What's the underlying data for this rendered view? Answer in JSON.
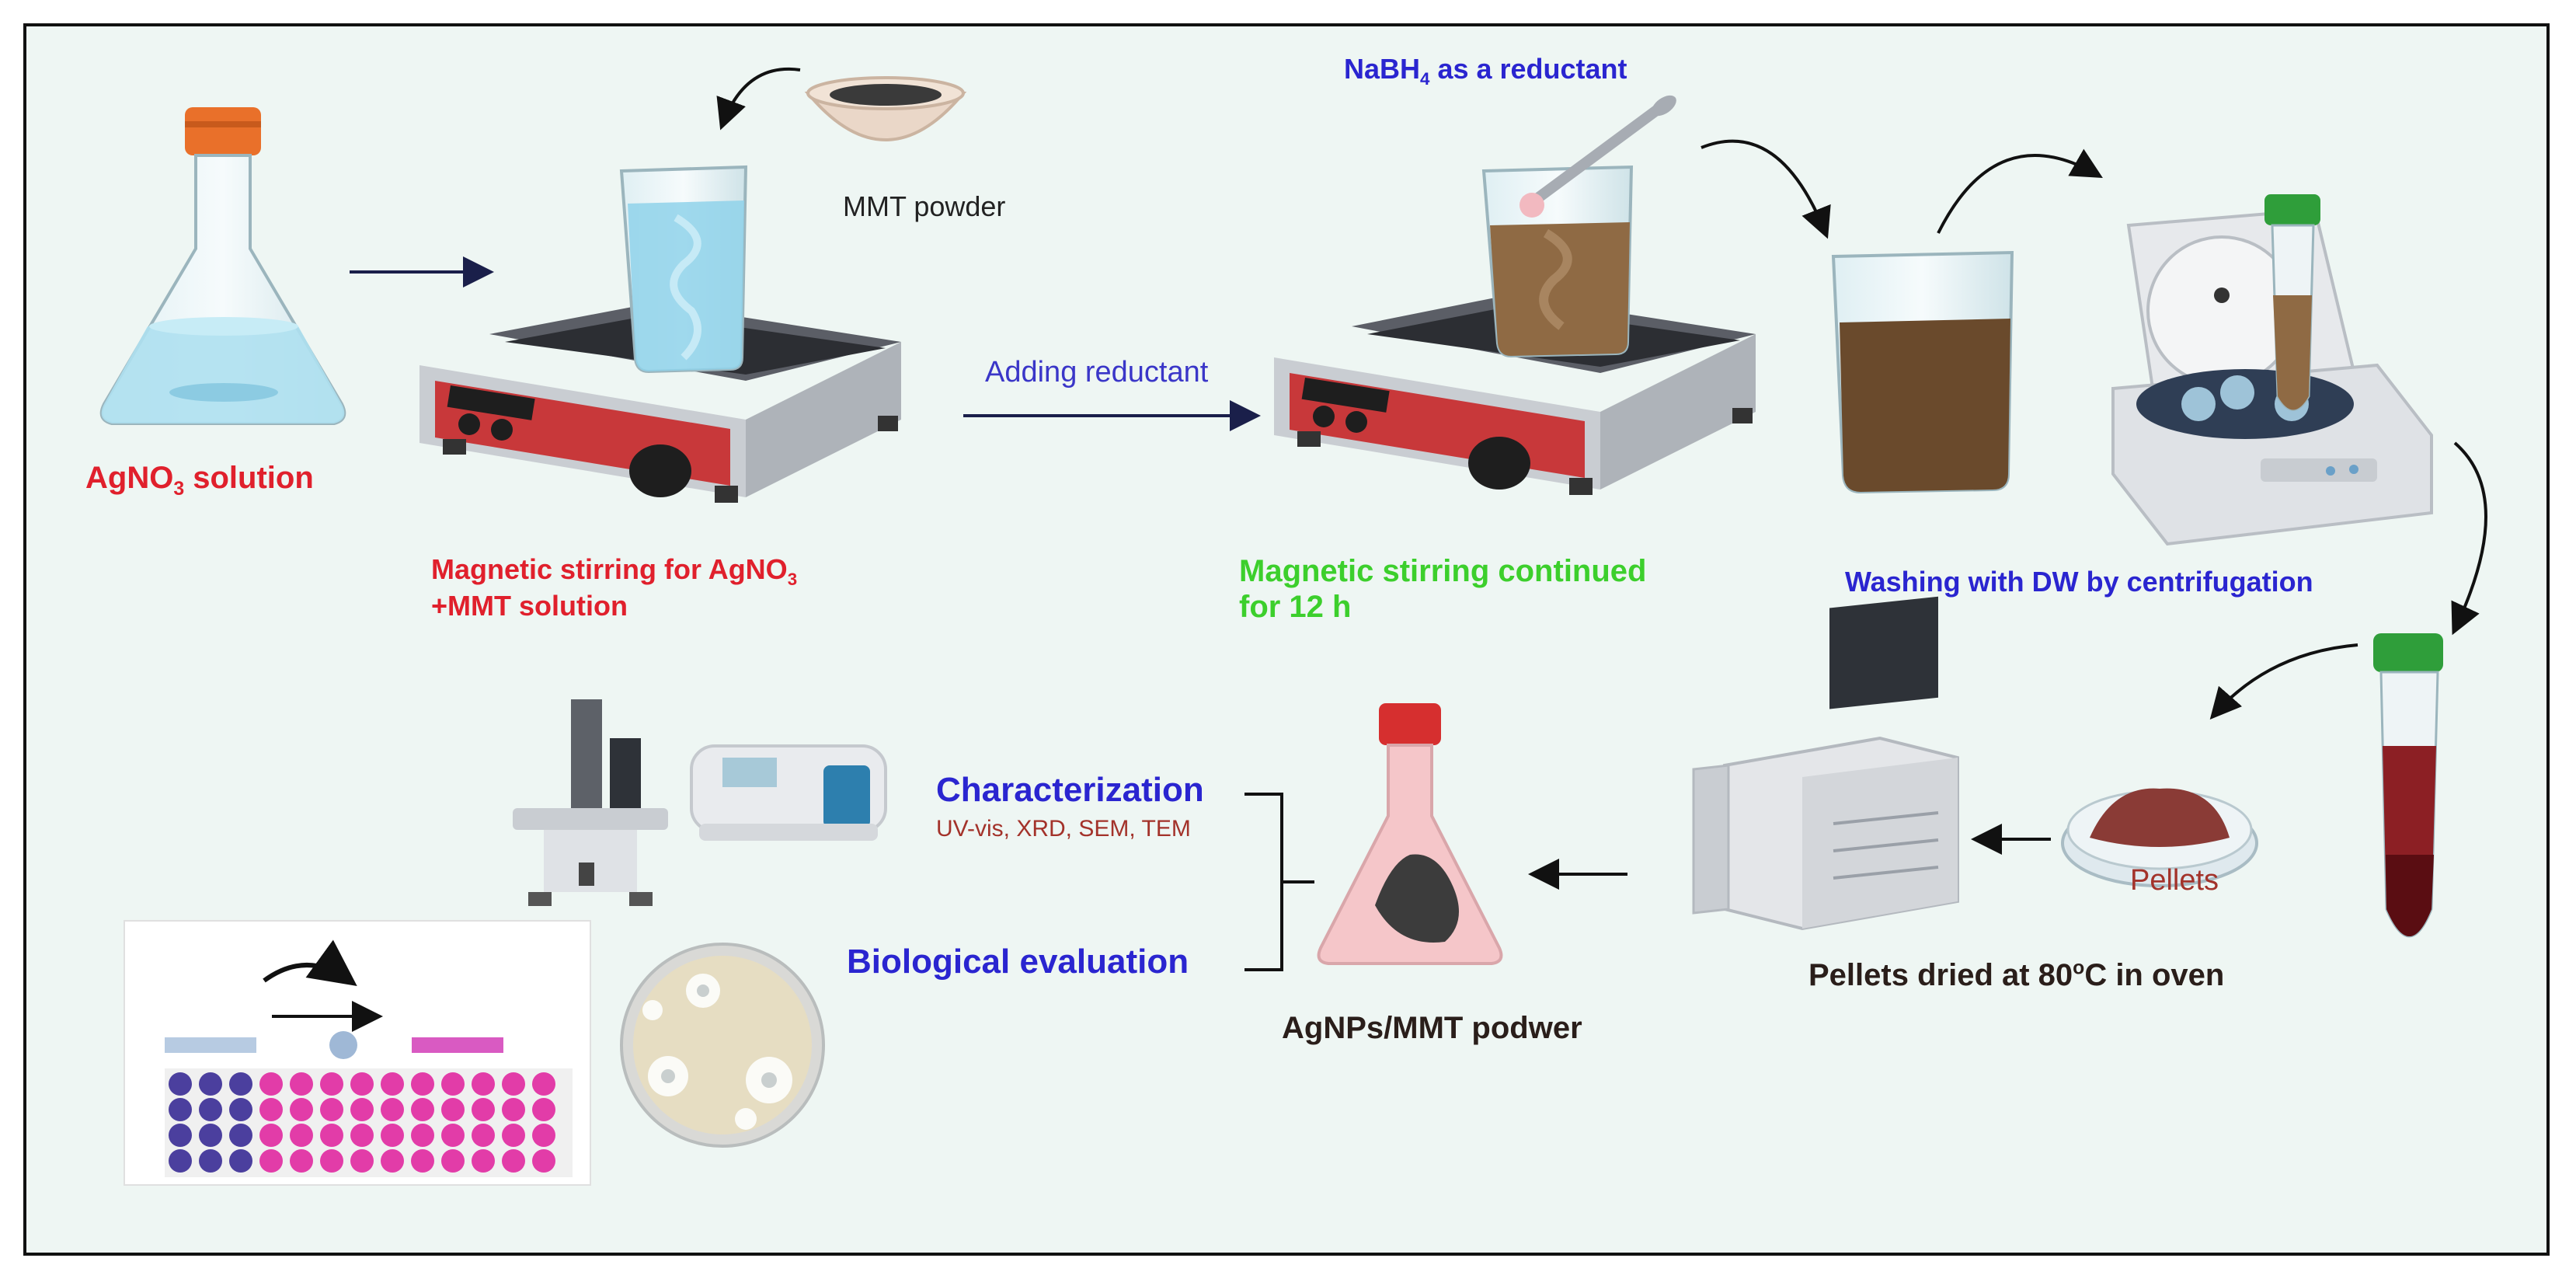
{
  "labels": {
    "agno3_solution_pre": "AgNO",
    "agno3_solution_sub": "3",
    "agno3_solution_post": " solution",
    "mmt_powder": "MMT powder",
    "stirring_line1_pre": "Magnetic stirring for AgNO",
    "stirring_line1_sub": "3",
    "stirring_line2": "+MMT solution",
    "adding_reductant": "Adding  reductant",
    "nabh4_pre": "NaBH",
    "nabh4_sub": "4",
    "nabh4_post": "  as a reductant",
    "stirring_continued_line1": "Magnetic stirring continued",
    "stirring_continued_line2": "for 12 h",
    "washing": "Washing with DW by centrifugation",
    "pellets": "Pellets",
    "pellets_dried_pre": "Pellets dried at 80",
    "pellets_dried_sup": "o",
    "pellets_dried_post": "C in oven",
    "agnps_mmt": "AgNPs/MMT podwer",
    "characterization": "Characterization",
    "characterization_methods": "UV-vis, XRD, SEM, TEM",
    "biological_evaluation": "Biological evaluation"
  },
  "colors": {
    "red_label": "#e0202c",
    "green_label": "#3ccf2c",
    "blue_label": "#2a25d0",
    "dark_label": "#2a1e1a",
    "background": "#eef6f3"
  },
  "icons": [
    "erlenmeyer-flask-icon",
    "magnetic-stirrer-icon",
    "beaker-icon",
    "bowl-icon",
    "spatula-icon",
    "centrifuge-icon",
    "falcon-tube-icon",
    "petri-dish-icon",
    "oven-icon",
    "microscope-icon",
    "spectrophotometer-icon",
    "assay-plate-icon"
  ]
}
